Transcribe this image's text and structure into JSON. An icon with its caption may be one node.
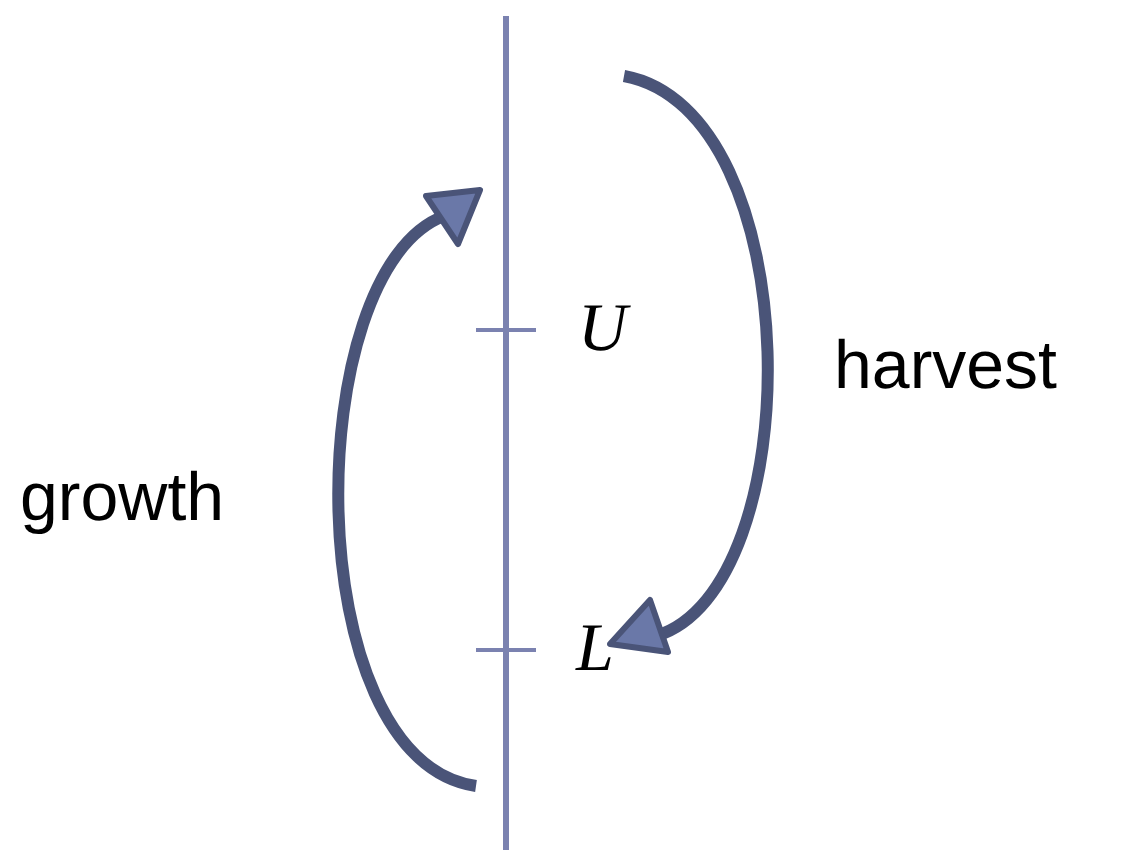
{
  "diagram": {
    "labels": [
      "U",
      "harvest",
      "growth",
      "L"
    ]
  }
}
